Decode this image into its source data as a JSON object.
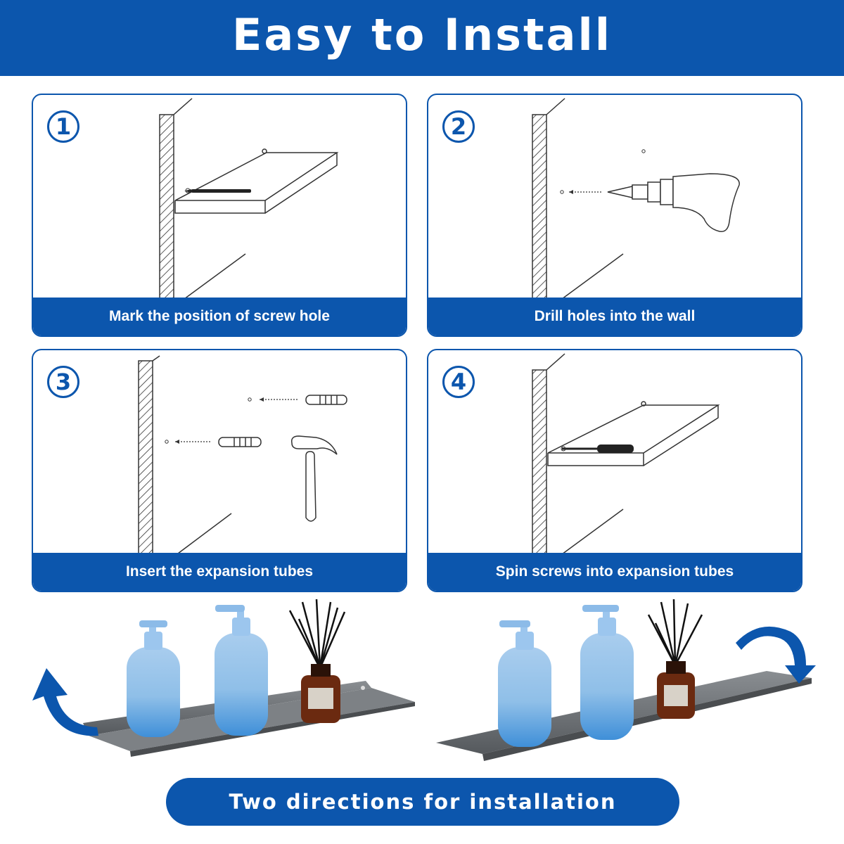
{
  "header": {
    "title": "Easy to Install"
  },
  "steps": [
    {
      "number": "1",
      "caption": "Mark the position of screw hole",
      "icon": "pencil-icon"
    },
    {
      "number": "2",
      "caption": "Drill holes into the wall",
      "icon": "drill-icon"
    },
    {
      "number": "3",
      "caption": "Insert the expansion tubes",
      "icon": "hammer-icon"
    },
    {
      "number": "4",
      "caption": "Spin screws into expansion tubes",
      "icon": "screwdriver-icon"
    }
  ],
  "footer": {
    "label": "Two directions for installation"
  },
  "colors": {
    "brand_blue": "#0c56ad",
    "bottle_blue": "#8ec1ea",
    "shelf_gray": "#6f7377",
    "diffuser_amber": "#6b2a10"
  }
}
